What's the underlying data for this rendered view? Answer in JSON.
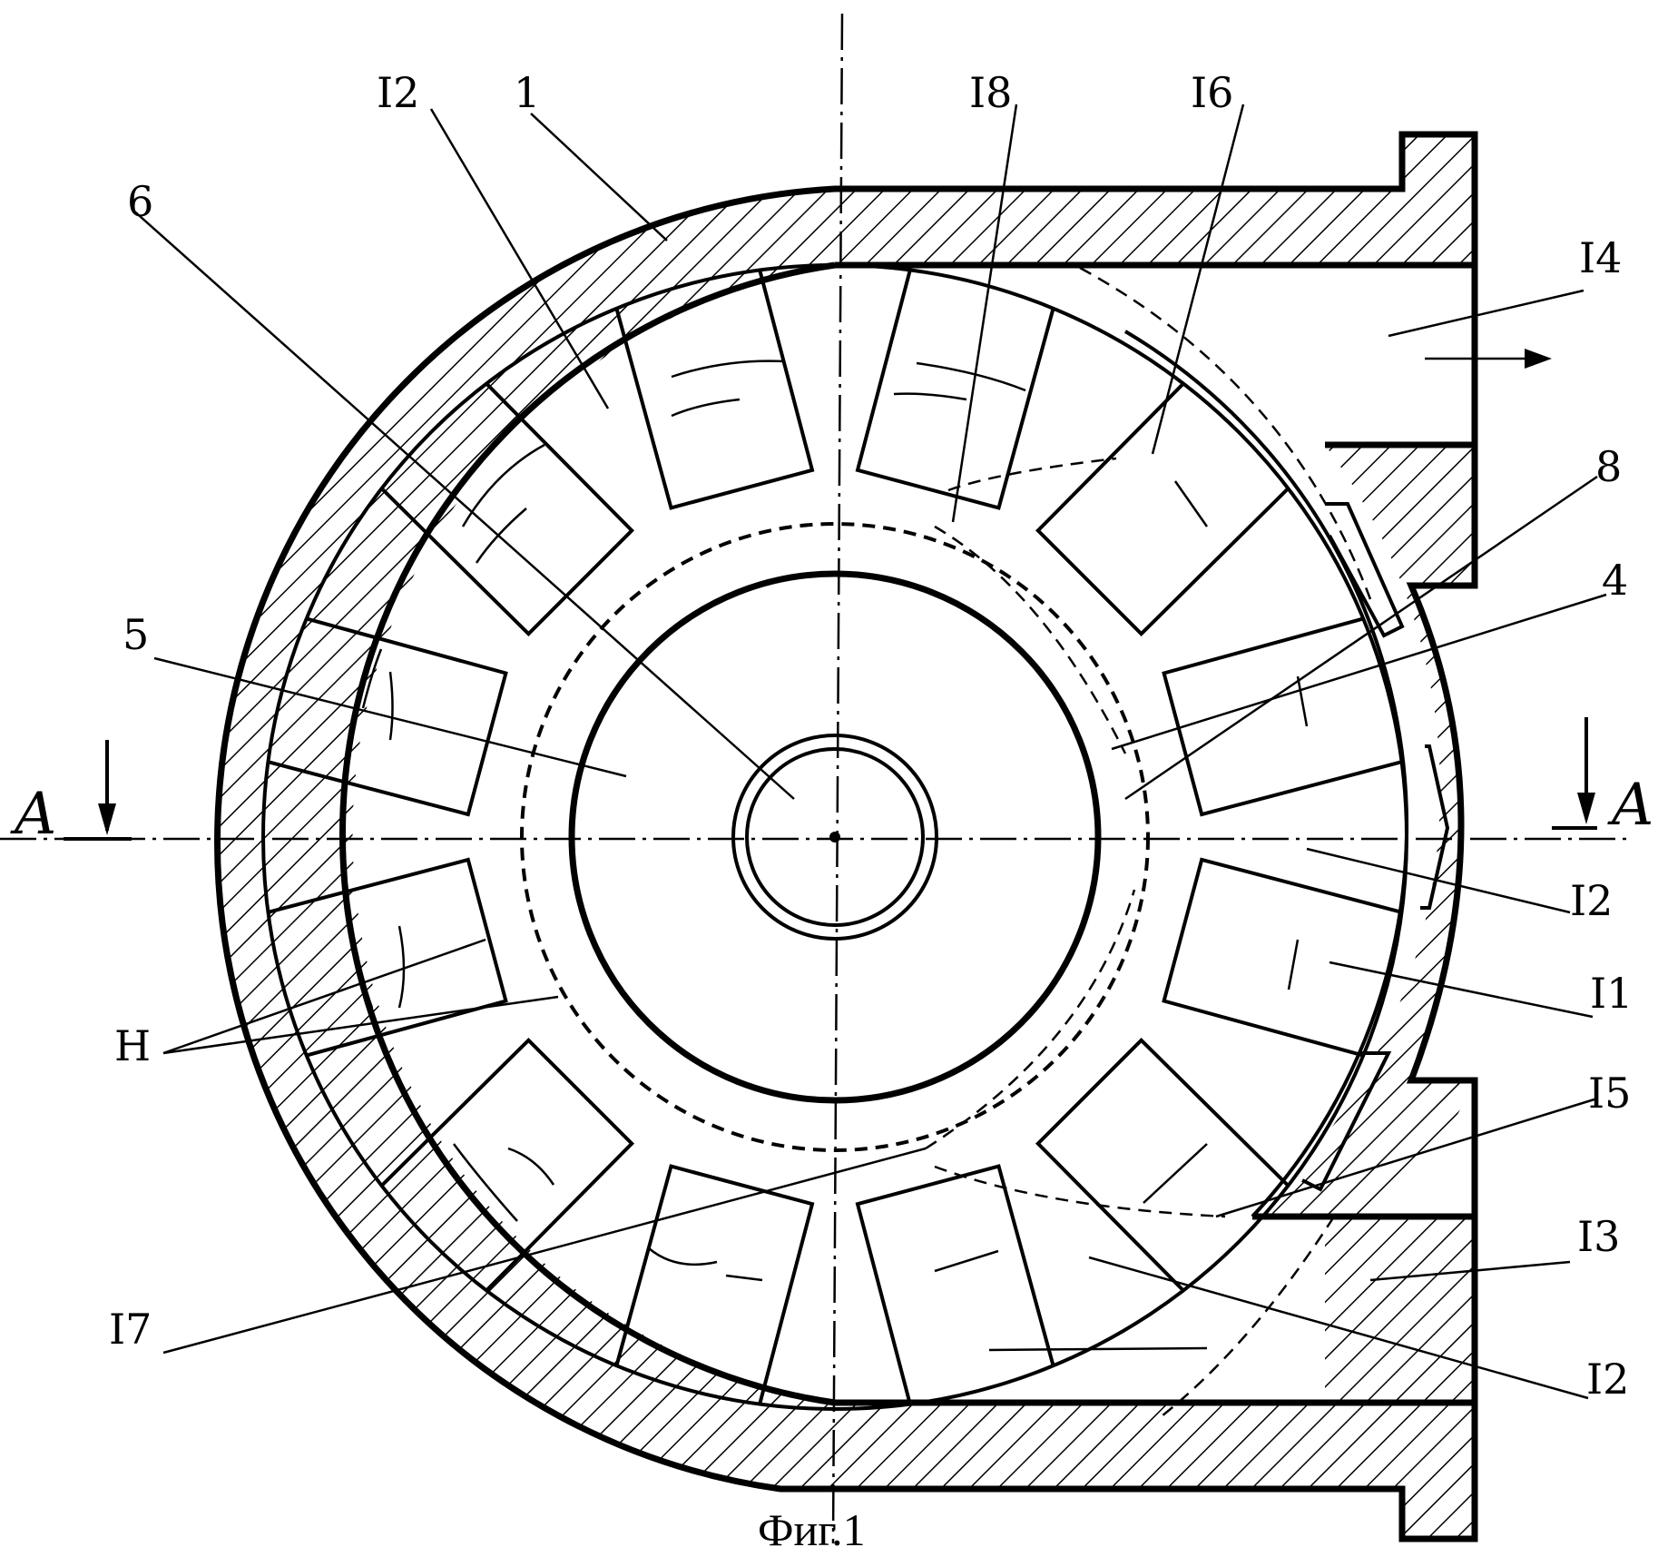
{
  "figure": {
    "caption": "Фиг.1",
    "section_marker": "А",
    "labels": {
      "l1": "1",
      "l4": "4",
      "l5": "5",
      "l6": "6",
      "l8": "8",
      "l11": "I1",
      "l12_top": "I2",
      "l12_right": "I2",
      "l12_bottom": "I2",
      "l13": "I3",
      "l14": "I4",
      "l15": "I5",
      "l16": "I6",
      "l17": "I7",
      "l18": "I8",
      "lH": "H"
    }
  }
}
